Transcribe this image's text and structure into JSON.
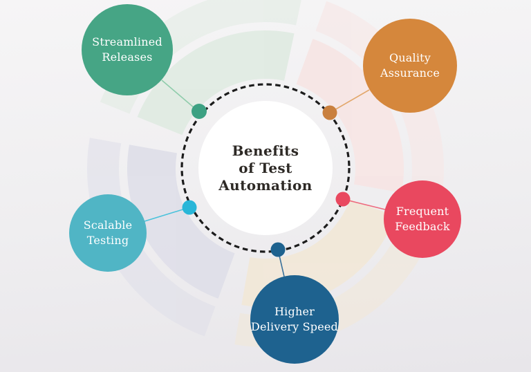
{
  "title": {
    "label": "Benefits\nof Test\nAutomation"
  },
  "nodes": [
    {
      "id": "streamlined-releases",
      "label": "Streamlined\nReleases",
      "color": "#46a585",
      "dot_color": "#3da183",
      "line_color": "#8fccab"
    },
    {
      "id": "quality-assurance",
      "label": "Quality\nAssurance",
      "color": "#d5873c",
      "dot_color": "#c9803e",
      "line_color": "#e2a76b"
    },
    {
      "id": "frequent-feedback",
      "label": "Frequent\nFeedback",
      "color": "#e9485f",
      "dot_color": "#e9485f",
      "line_color": "#ee6a7e"
    },
    {
      "id": "higher-delivery-speed",
      "label": "Higher\nDelivery Speed",
      "color": "#1e628f",
      "dot_color": "#1e628f",
      "line_color": "#38709a"
    },
    {
      "id": "scalable-testing",
      "label": "Scalable\nTesting",
      "color": "#50b5c5",
      "dot_color": "#29b6d8",
      "line_color": "#49c2db"
    }
  ],
  "style": {
    "dash_color": "#1c1c1c",
    "center_fill": "#ffffff",
    "center_text_color": "#2d2925",
    "label_color": "#ffffff",
    "background_arcs": {
      "green": "#e0ebe2",
      "pink": "#f7e5e4",
      "beige": "#f2e8d7",
      "lavender": "#dfdfe9"
    }
  }
}
